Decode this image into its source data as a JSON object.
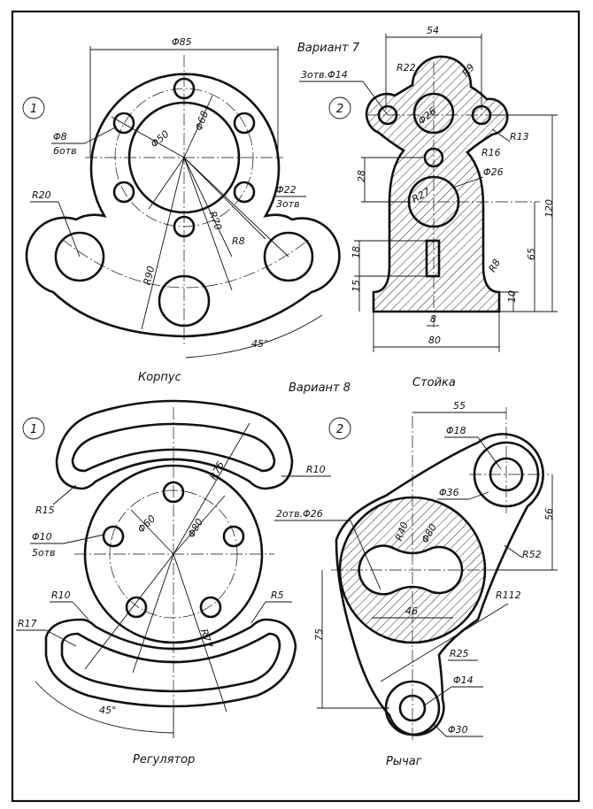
{
  "variant7": {
    "title": "Вариант 7",
    "part1": {
      "number": "1",
      "caption": "Корпус",
      "dims": {
        "d85": "Φ85",
        "d68": "Φ68",
        "d50": "Φ50",
        "d8": "Φ8",
        "d8_count": "6отв",
        "r20": "R20",
        "d22": "Φ22",
        "d22_count": "3отв",
        "r70": "R70",
        "r8": "R8",
        "r90": "R90",
        "a45": "45°"
      }
    },
    "part2": {
      "number": "2",
      "caption": "Стойка",
      "dims": {
        "w54": "54",
        "r22": "R22",
        "r9": "R9",
        "holes": "3отв.Φ14",
        "d26a": "Φ26",
        "r13": "R13",
        "r16": "R16",
        "d26b": "Φ26",
        "r27": "R27",
        "h28": "28",
        "h120": "120",
        "h18": "18",
        "h65": "65",
        "r8": "R8",
        "h15": "15",
        "h10": "10",
        "w8": "8",
        "w80": "80"
      }
    }
  },
  "variant8": {
    "title": "Вариант 8",
    "part1": {
      "number": "1",
      "caption": "Регулятор",
      "dims": {
        "r75": "R75",
        "r10a": "R10",
        "r15": "R15",
        "d60": "Φ60",
        "d80": "Φ80",
        "d10": "Φ10",
        "d10_count": "5отв",
        "r10b": "R10",
        "r5": "R5",
        "r17": "R17",
        "r77": "R77",
        "a45": "45°"
      }
    },
    "part2": {
      "number": "2",
      "caption": "Рычаг",
      "dims": {
        "w55": "55",
        "d18": "Φ18",
        "d36": "Φ36",
        "holes": "2отв.Φ26",
        "r40": "R40",
        "d80": "Φ80",
        "h56": "56",
        "r52": "R52",
        "r112": "R112",
        "w46": "46",
        "h75": "75",
        "r25": "R25",
        "d14": "Φ14",
        "d30": "Φ30"
      }
    }
  }
}
